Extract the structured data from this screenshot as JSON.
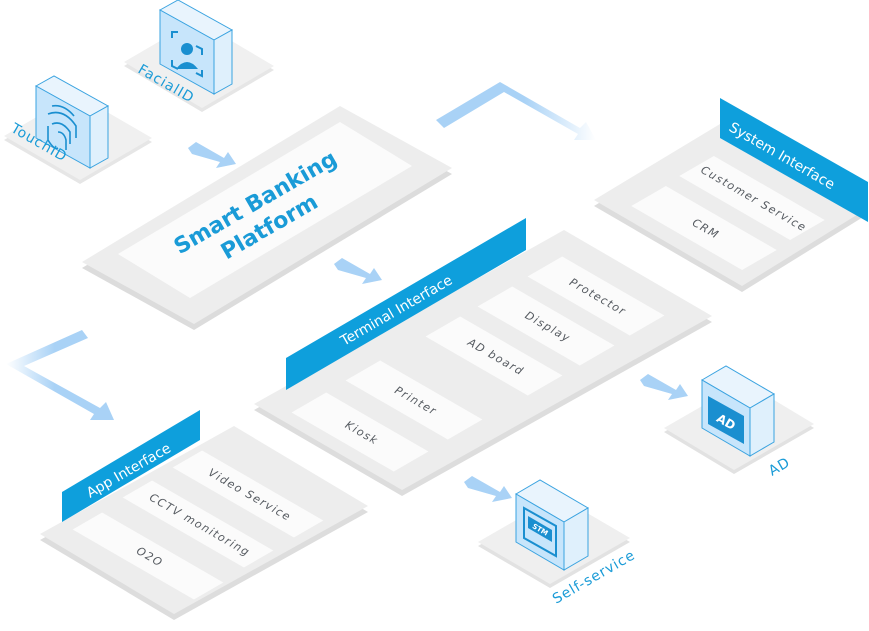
{
  "title": {
    "line1": "Smart Banking",
    "line2": "Platform"
  },
  "inputs": {
    "facial": "FacialID",
    "touch": "TouchID"
  },
  "terminal": {
    "header": "Terminal Interface",
    "items": [
      "Protector",
      "Display",
      "AD board",
      "Printer",
      "Kiosk"
    ]
  },
  "system": {
    "header": "System Interface",
    "items": [
      "Customer Service",
      "CRM"
    ]
  },
  "app": {
    "header": "App Interface",
    "items": [
      "Video Service",
      "CCTV monitoring",
      "O2O"
    ]
  },
  "outputs": {
    "ad": "AD",
    "ad_badge": "AD",
    "selfservice": "Self-service",
    "stm_badge": "STM"
  },
  "colors": {
    "accent": "#1a9bd7",
    "header": "#0e9fdc",
    "plate": "#ededed",
    "card": "#fafafa",
    "arrow": "#a9d2f6"
  },
  "icons": [
    "face-scan-icon",
    "fingerprint-icon",
    "ad-screen-icon",
    "stm-machine-icon"
  ]
}
